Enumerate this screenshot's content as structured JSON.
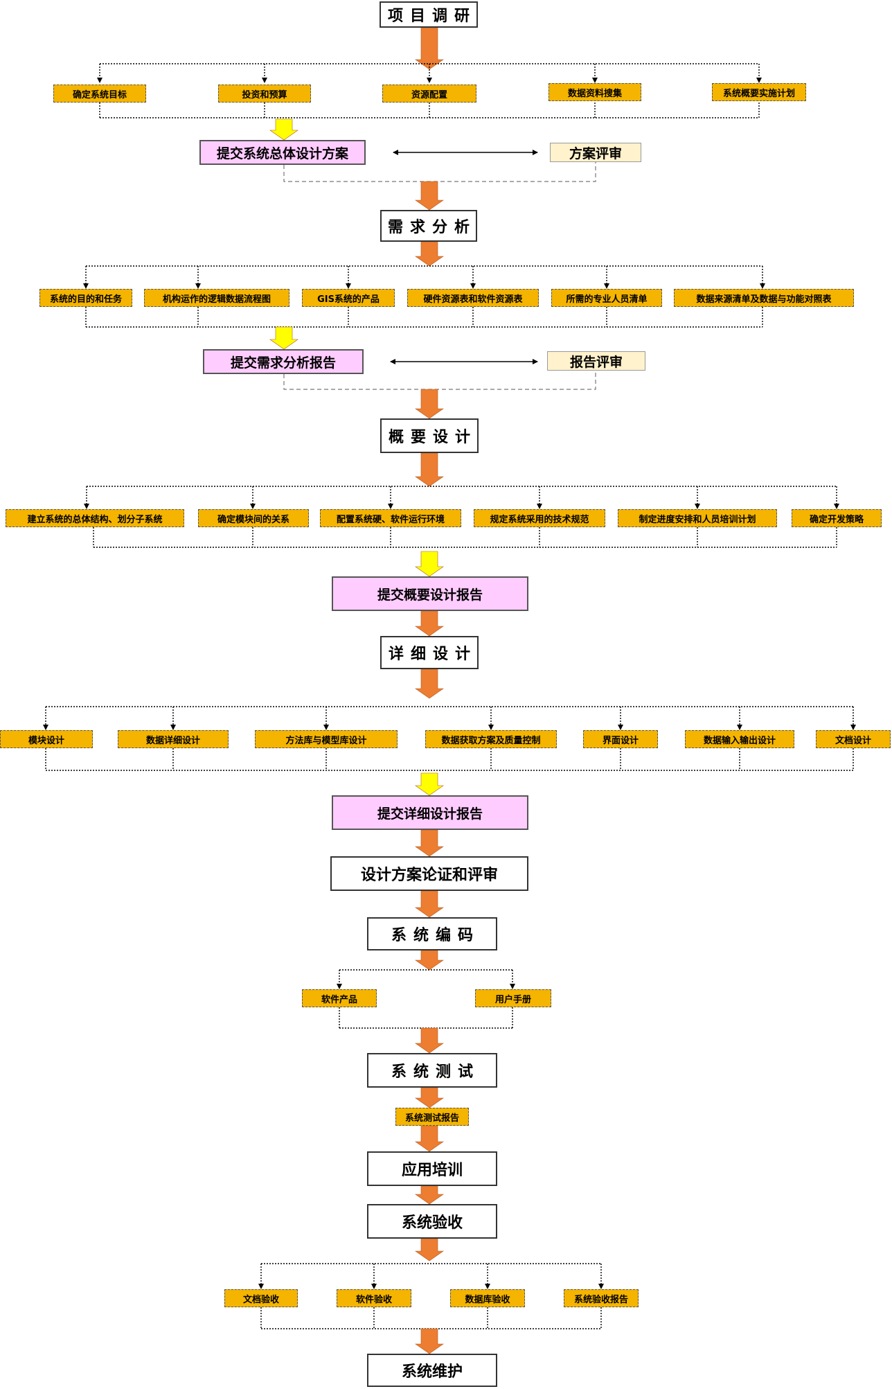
{
  "colors": {
    "main_arrow": "#ed7d31",
    "submit_arrow": "#ffff00",
    "sub_fill": "#f4b400",
    "submit_fill": "#ffccff",
    "review_fill": "#fff2cc"
  },
  "stages": {
    "research": "项目调研",
    "requirements": "需求分析",
    "outline_design": "概要设计",
    "detailed_design": "详细设计",
    "design_review": "设计方案论证和评审",
    "coding": "系统编码",
    "testing": "系统测试",
    "training": "应用培训",
    "acceptance": "系统验收",
    "maintenance": "系统维护"
  },
  "research_items": [
    "确定系统目标",
    "投资和预算",
    "资源配置",
    "数据资料搜集",
    "系统概要实施计划"
  ],
  "submit_overall_plan": "提交系统总体设计方案",
  "plan_review": "方案评审",
  "requirement_items": [
    "系统的目的和任务",
    "机构运作的逻辑数据流程图",
    "GIS系统的产品",
    "硬件资源表和软件资源表",
    "所需的专业人员清单",
    "数据来源清单及数据与功能对照表"
  ],
  "submit_requirement_report": "提交需求分析报告",
  "report_review": "报告评审",
  "outline_items": [
    "建立系统的总体结构、划分子系统",
    "确定模块间的关系",
    "配置系统硬、软件运行环境",
    "规定系统采用的技术规范",
    "制定进度安排和人员培训计划",
    "确定开发策略"
  ],
  "submit_outline_report": "提交概要设计报告",
  "detailed_items": [
    "模块设计",
    "数据详细设计",
    "方法库与模型库设计",
    "数据获取方案及质量控制",
    "界面设计",
    "数据输入输出设计",
    "文档设计"
  ],
  "submit_detailed_report": "提交详细设计报告",
  "coding_items": [
    "软件产品",
    "用户手册"
  ],
  "test_report": "系统测试报告",
  "acceptance_items": [
    "文档验收",
    "软件验收",
    "数据库验收",
    "系统验收报告"
  ]
}
